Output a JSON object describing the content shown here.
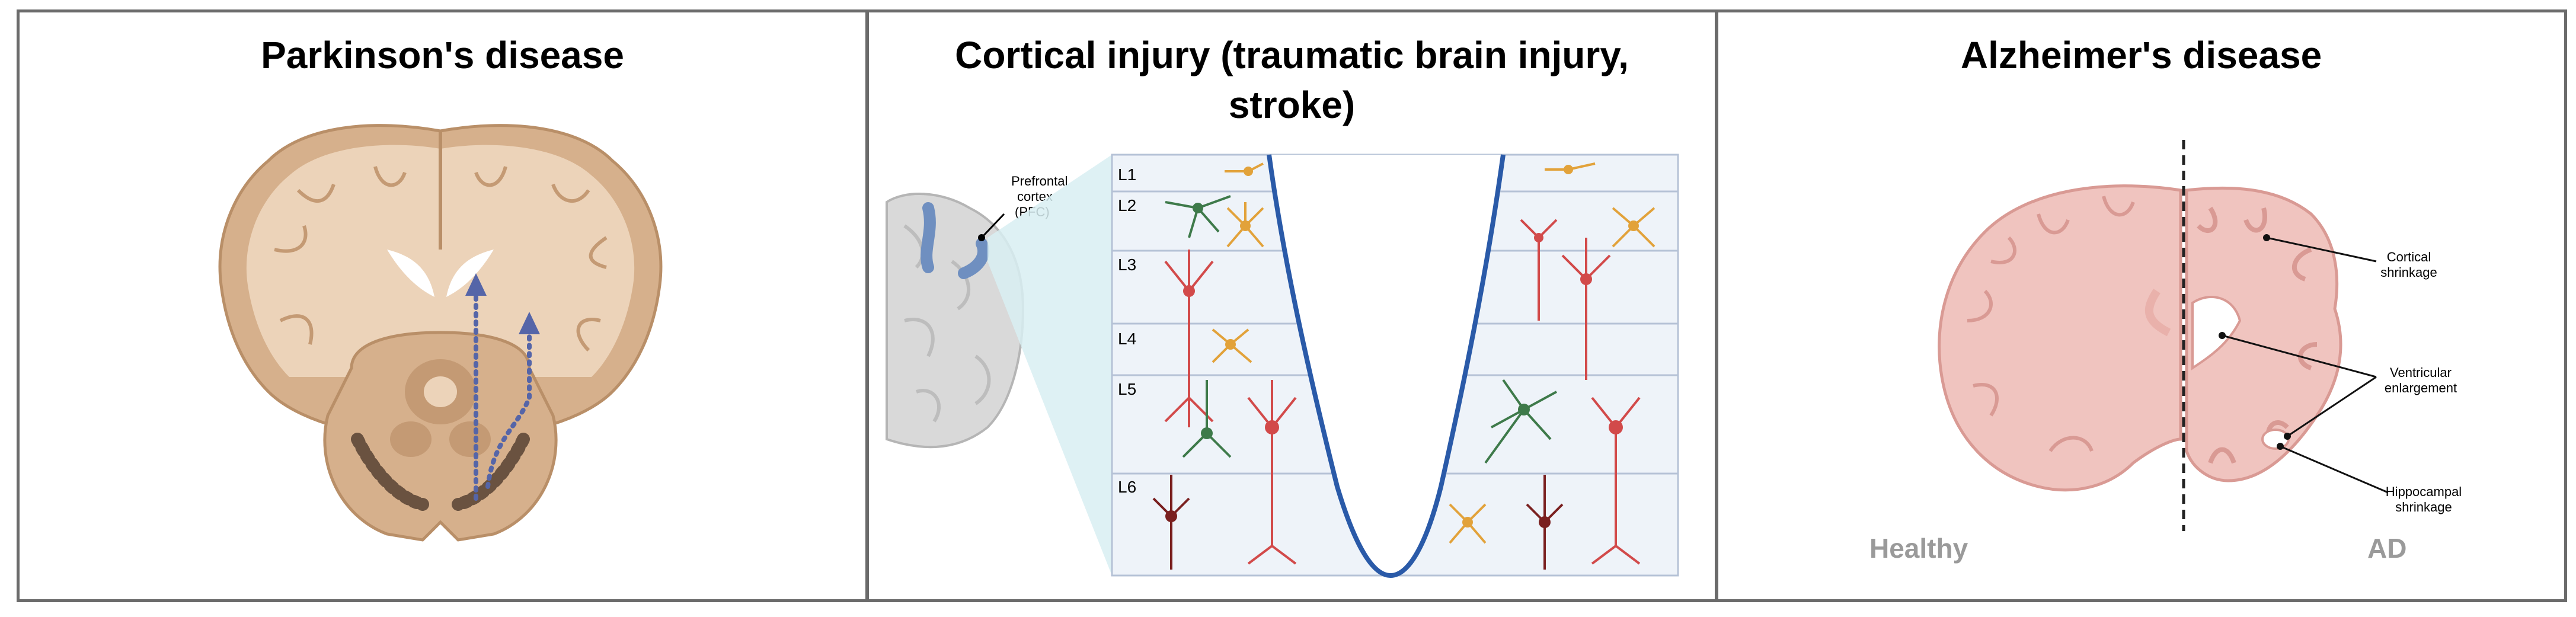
{
  "panels": {
    "parkinsons": {
      "title": "Parkinson's disease"
    },
    "cortical": {
      "title_line1": "Cortical injury (traumatic brain injury,",
      "title_line2": "stroke)",
      "pfc_label": [
        "Prefrontal",
        "cortex",
        "(PFC)"
      ],
      "layers": [
        "L1",
        "L2",
        "L3",
        "L4",
        "L5",
        "L6"
      ]
    },
    "alzheimers": {
      "title": "Alzheimer's disease",
      "callouts": {
        "cortical": [
          "Cortical",
          "shrinkage"
        ],
        "ventricular": [
          "Ventricular",
          "enlargement"
        ],
        "hippocampal": [
          "Hippocampal",
          "shrinkage"
        ]
      },
      "healthy_label": "Healthy",
      "ad_label": "AD"
    }
  },
  "colors": {
    "panel_border": "#6b6b6b",
    "brain_tan": "#d6b08c",
    "brain_light": "#ecd3b9",
    "pathway_blue": "#5565a8",
    "cortex_gray": "#d9d9d9",
    "pfc_blue": "#6f8fc0",
    "wedge": "#d8eff2",
    "layer_bg": "#eef3f9",
    "injury_curve": "#2a5aa8",
    "pyramidal_red": "#d24a4a",
    "interneuron_orange": "#e2a23a",
    "green_neuron": "#3e7a4a",
    "dark_red_neuron": "#7a2020",
    "ad_pink": "#f0c4bf",
    "ad_pink_dark": "#d99a94",
    "healthy_ad_label": "#9a9a9a"
  }
}
